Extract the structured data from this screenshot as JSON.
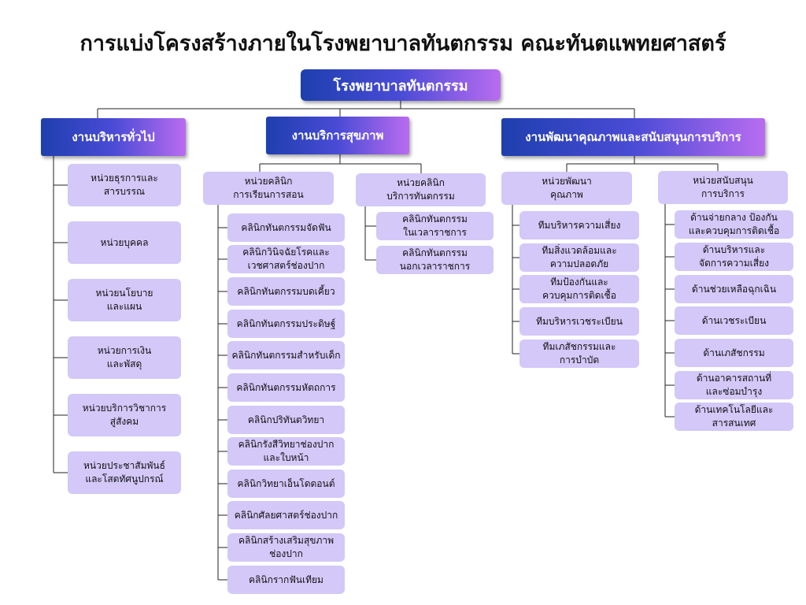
{
  "title": "การแบ่งโครงสร้างภายในโรงพยาบาลทันตกรรม คณะทันตแพทยศาสตร์",
  "colors": {
    "line": "#222222",
    "box": "#d3c8f8",
    "gradient_start": "#1e3fae",
    "gradient_end": "#b96cf0"
  },
  "root": "โรงพยาบาลทันตกรรม",
  "departments": [
    {
      "label": "งานบริหารทั่วไป",
      "units": [
        "หน่วยธุรการและ\nสารบรรณ",
        "หน่วยบุคคล",
        "หน่วยนโยบาย\nและแผน",
        "หน่วยการเงิน\nและพัสดุ",
        "หน่วยบริการวิชาการ\nสู่สังคม",
        "หน่วยประชาสัมพันธ์\nและโสตทัศนูปกรณ์"
      ]
    },
    {
      "label": "งานบริการสุขภาพ",
      "groups": [
        {
          "label": "หน่วยคลินิก\nการเรียนการสอน",
          "items": [
            "คลินิกทันตกรรมจัดฟัน",
            "คลินิกวินิจฉัยโรคและ\nเวชศาสตร์ช่องปาก",
            "คลินิกทันตกรรมบดเคี้ยว",
            "คลินิกทันตกรรมประดิษฐ์",
            "คลินิกทันตกรรมสำหรับเด็ก",
            "คลินิกทันตกรรมหัตถการ",
            "คลินิกปริทันตวิทยา",
            "คลินิกรังสีวิทยาช่องปาก\nและใบหน้า",
            "คลินิกวิทยาเอ็นโดดอนต์",
            "คลินิกศัลยศาสตร์ช่องปาก",
            "คลินิกสร้างเสริมสุขภาพ\nช่องปาก",
            "คลินิกรากฟันเทียม"
          ]
        },
        {
          "label": "หน่วยคลินิก\nบริการทันตกรรม",
          "items": [
            "คลินิกทันตกรรม\nในเวลาราชการ",
            "คลินิกทันตกรรม\nนอกเวลาราชการ"
          ]
        }
      ]
    },
    {
      "label": "งานพัฒนาคุณภาพและสนับสนุนการบริการ",
      "groups": [
        {
          "label": "หน่วยพัฒนา\nคุณภาพ",
          "items": [
            "ทีมบริหารความเสี่ยง",
            "ทีมสิ่งแวดล้อมและ\nความปลอดภัย",
            "ทีมป้องกันและ\nควบคุมการติดเชื้อ",
            "ทีมบริหารเวชระเบียน",
            "ทีมเภสัชกรรมและ\nการบำบัด"
          ]
        },
        {
          "label": "หน่วยสนับสนุน\nการบริการ",
          "items": [
            "ด้านจ่ายกลาง ป้องกัน\nและควบคุมการติดเชื้อ",
            "ด้านบริหารและ\nจัดการความเสี่ยง",
            "ด้านช่วยเหลือฉุกเฉิน",
            "ด้านเวชระเบียน",
            "ด้านเภสัชกรรม",
            "ด้านอาคารสถานที่\nและซ่อมบำรุง",
            "ด้านเทคโนโลยีและ\nสารสนเทศ"
          ]
        }
      ]
    }
  ]
}
